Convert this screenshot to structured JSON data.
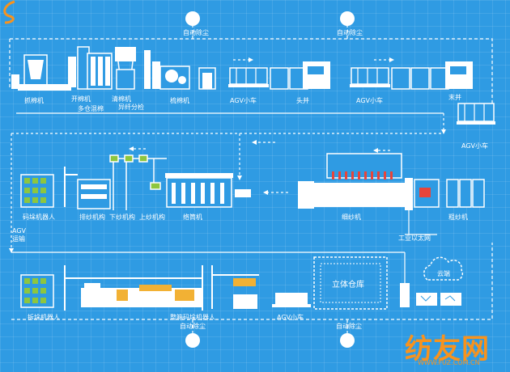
{
  "dust": {
    "top_left": "自动除尘",
    "top_right": "自动除尘",
    "bottom_left": "自动除尘",
    "bottom_right": "自动除尘"
  },
  "labels": {
    "bale_plucker": "抓棉机",
    "opener": "开棉机",
    "blender": "多仓混棉",
    "cleaner": "清棉机",
    "fiber_detect": "异纤分检",
    "carding": "梳棉机",
    "agv_1": "AGV小车",
    "drawing_1": "头并",
    "agv_2": "AGV小车",
    "drawing_2": "末并",
    "agv_3": "AGV小车",
    "roving": "粗纱机",
    "spinning": "细纱机",
    "winding": "络筒机",
    "up_yarn": "上纱机构",
    "down_yarn": "下纱机构",
    "sort_yarn": "排纱机构",
    "pack_robot": "码垛机器人",
    "agv_transport": "AGV\n运输",
    "unpack_robot": "拆垛机器人",
    "pallet_robot": "整箱码垛机器人",
    "agv_4": "AGV小车",
    "warehouse": "立体仓库",
    "ethernet": "工业以太网",
    "cloud": "云端"
  },
  "watermark": {
    "brand": "纺友网",
    "url": "WWW.FUZ.COM.CN"
  },
  "colors": {
    "background": "#2f9be3",
    "line": "#ffffff",
    "machine_fill": "#ffffff",
    "accent_red": "#e8443a",
    "accent_yellow": "#f2b134",
    "accent_green": "#8dc63f",
    "brand_orange": "#f7931e"
  }
}
